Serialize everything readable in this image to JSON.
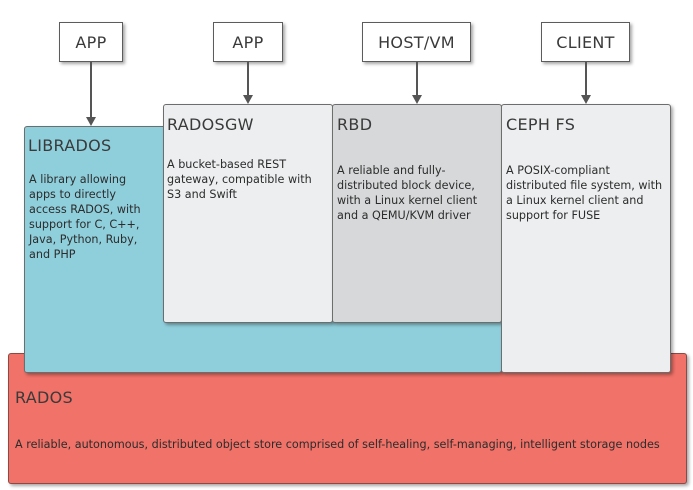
{
  "top_boxes": [
    {
      "label": "APP"
    },
    {
      "label": "APP"
    },
    {
      "label": "HOST/VM"
    },
    {
      "label": "CLIENT"
    }
  ],
  "librados": {
    "title": "LIBRADOS",
    "description": "A library allowing apps to directly access RADOS, with support for C, C++, Java, Python, Ruby, and PHP"
  },
  "radosgw": {
    "title": "RADOSGW",
    "description": "A bucket-based REST gateway, compatible with S3 and Swift"
  },
  "rbd": {
    "title": "RBD",
    "description": "A reliable and fully-distributed block device, with a Linux kernel client and a QEMU/KVM driver"
  },
  "cephfs": {
    "title": "CEPH FS",
    "description": "A POSIX-compliant distributed file system, with a Linux kernel client and support for FUSE"
  },
  "rados": {
    "title": "RADOS",
    "description": "A reliable, autonomous, distributed object store comprised of self-healing, self-managing, intelligent storage nodes"
  },
  "colors": {
    "librados": "#8fcfdc",
    "radosgw": "#eceeef",
    "rbd": "#d6d8d9",
    "cephfs": "#eceeef",
    "rados": "#f07268"
  }
}
